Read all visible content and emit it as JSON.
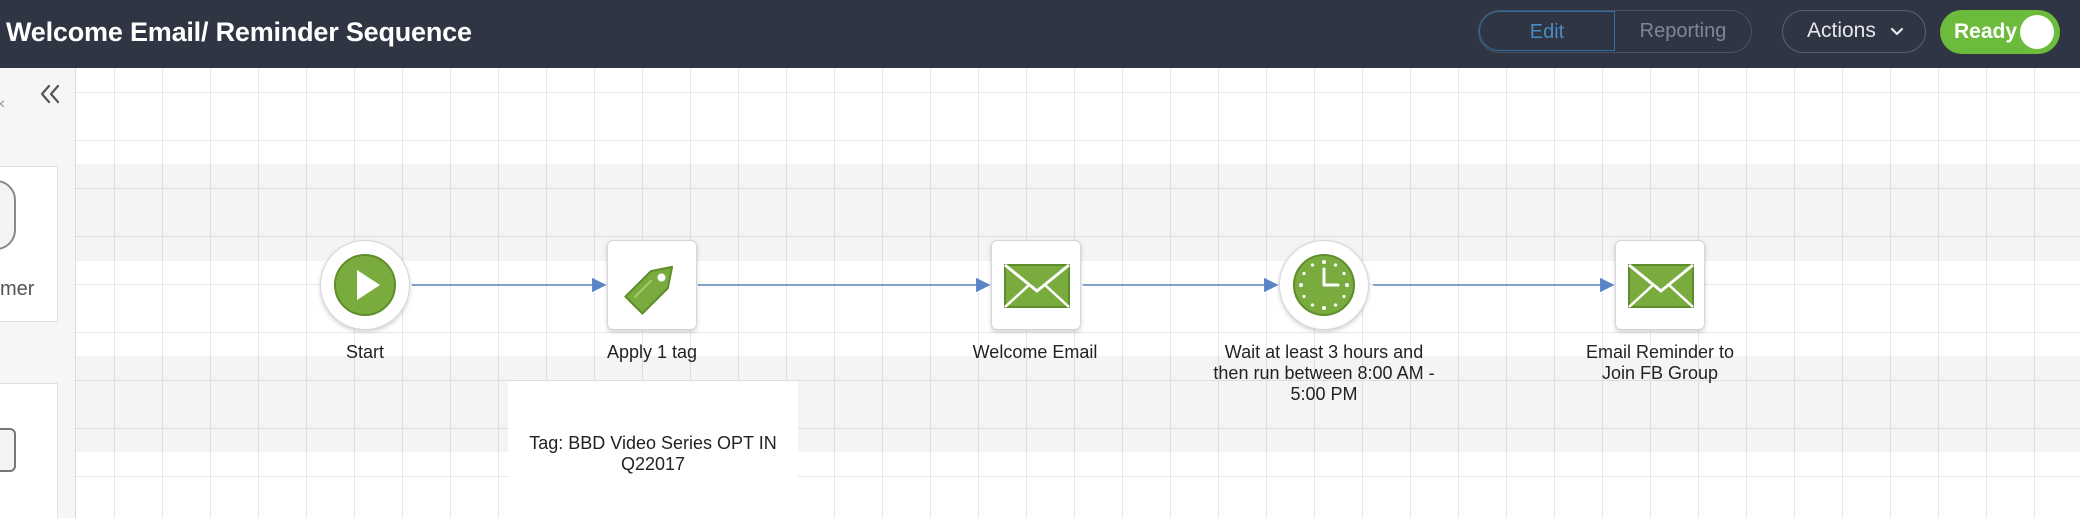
{
  "header": {
    "title": "Welcome Email/ Reminder Sequence",
    "tabs": [
      {
        "label": "Edit",
        "active": true
      },
      {
        "label": "Reporting",
        "active": false
      }
    ],
    "actions_label": "Actions",
    "ready_label": "Ready"
  },
  "sidebar": {
    "close_glyph": "×",
    "card_text": "mer"
  },
  "flow": {
    "nodes": [
      {
        "label": "Start",
        "icon": "play-icon"
      },
      {
        "label": "Apply 1 tag",
        "icon": "tag-icon"
      },
      {
        "label": "Welcome Email",
        "icon": "envelope-icon"
      },
      {
        "label": "Wait at least 3 hours and then run between 8:00 AM - 5:00 PM",
        "icon": "clock-icon"
      },
      {
        "label": "Email Reminder to Join FB Group",
        "icon": "envelope-icon"
      }
    ],
    "tag_note": "Tag: BBD Video Series OPT IN Q22017"
  },
  "colors": {
    "header_bg": "#2f3542",
    "accent_blue": "#4b8bc4",
    "ready_green": "#6cbb3c",
    "icon_green": "#7aab3e",
    "connector": "#5b86c6"
  }
}
